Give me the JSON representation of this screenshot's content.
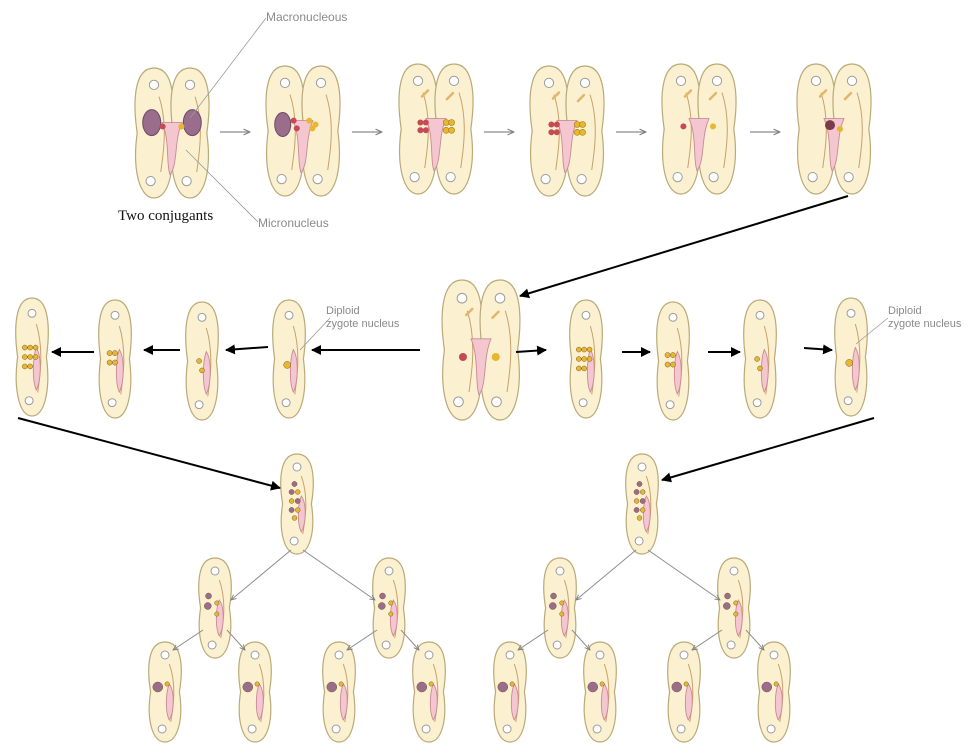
{
  "labels": {
    "macronucleus": "Macronucleous",
    "micronucleus": "Micronucleus",
    "two_conjugants": "Two conjugants",
    "diploid_left": "Diploid\nzygote nucleus",
    "diploid_right": "Diploid\nzygote nucleus"
  },
  "colors": {
    "cell_fill": "#fbf0cf",
    "cell_stroke": "#b9aa78",
    "macronucleus": "#9a6d8c",
    "micronucleus_red": "#c44a55",
    "micronucleus_yellow": "#e8b731",
    "gullet": "#f4c6cf",
    "arrow_black": "#000000",
    "arrow_gray": "#8c8c8c"
  },
  "stages": {
    "conjugation_pairs": 6,
    "exconjugant_sequence_each_side": 4,
    "division_generations": 2,
    "final_daughter_cells": 8
  }
}
